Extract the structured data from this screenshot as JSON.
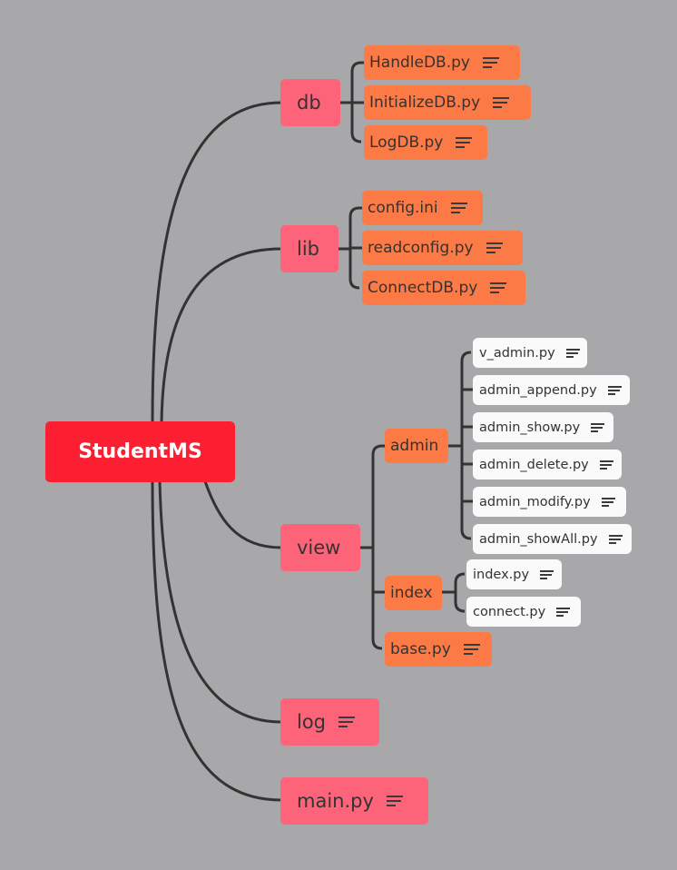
{
  "root": {
    "label": "StudentMS"
  },
  "colors": {
    "root": "#fc1f31",
    "level1": "#fd6479",
    "level2": "#fc7a45",
    "level3": "#fafafa",
    "background": "#a8a8aa",
    "connector": "#333333"
  },
  "branches": {
    "db": {
      "label": "db",
      "children": [
        {
          "label": "HandleDB.py",
          "has_notes": true
        },
        {
          "label": "InitializeDB.py",
          "has_notes": true
        },
        {
          "label": "LogDB.py",
          "has_notes": true
        }
      ]
    },
    "lib": {
      "label": "lib",
      "children": [
        {
          "label": "config.ini",
          "has_notes": true
        },
        {
          "label": "readconfig.py",
          "has_notes": true
        },
        {
          "label": "ConnectDB.py",
          "has_notes": true
        }
      ]
    },
    "view": {
      "label": "view",
      "children": {
        "admin": {
          "label": "admin",
          "children": [
            {
              "label": "v_admin.py",
              "has_notes": true
            },
            {
              "label": "admin_append.py",
              "has_notes": true
            },
            {
              "label": "admin_show.py",
              "has_notes": true
            },
            {
              "label": "admin_delete.py",
              "has_notes": true
            },
            {
              "label": "admin_modify.py",
              "has_notes": true
            },
            {
              "label": "admin_showAll.py",
              "has_notes": true
            }
          ]
        },
        "index": {
          "label": "index",
          "children": [
            {
              "label": "index.py",
              "has_notes": true
            },
            {
              "label": "connect.py",
              "has_notes": true
            }
          ]
        },
        "base": {
          "label": "base.py",
          "has_notes": true
        }
      }
    },
    "log": {
      "label": "log",
      "has_notes": true
    },
    "main": {
      "label": "main.py",
      "has_notes": true
    }
  }
}
